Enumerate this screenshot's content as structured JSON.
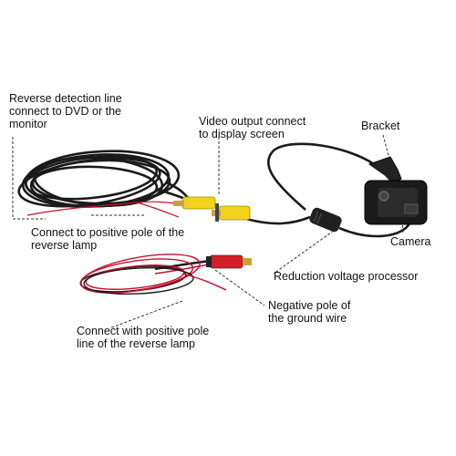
{
  "labels": {
    "reverse_detection": [
      "Reverse detection line",
      "connect to DVD or the",
      "monitor"
    ],
    "video_output": [
      "Video output connect",
      "to display screen"
    ],
    "bracket": [
      "Bracket"
    ],
    "camera": [
      "Camera"
    ],
    "positive_pole_lamp": [
      "Connect to positive pole of the",
      "reverse lamp"
    ],
    "reduction_voltage": [
      "Reduction voltage processor"
    ],
    "negative_pole": [
      "Negative pole of",
      "the ground wire"
    ],
    "positive_pole_line": [
      "Connect with positive pole",
      "line of the reverse lamp"
    ]
  },
  "colors": {
    "cable": "#1a1a1a",
    "red_wire": "#c8102e",
    "rca_yellow": "#f2d21b",
    "plug_red": "#d21f2a",
    "gold": "#c9a13c",
    "leader": "#333333"
  }
}
